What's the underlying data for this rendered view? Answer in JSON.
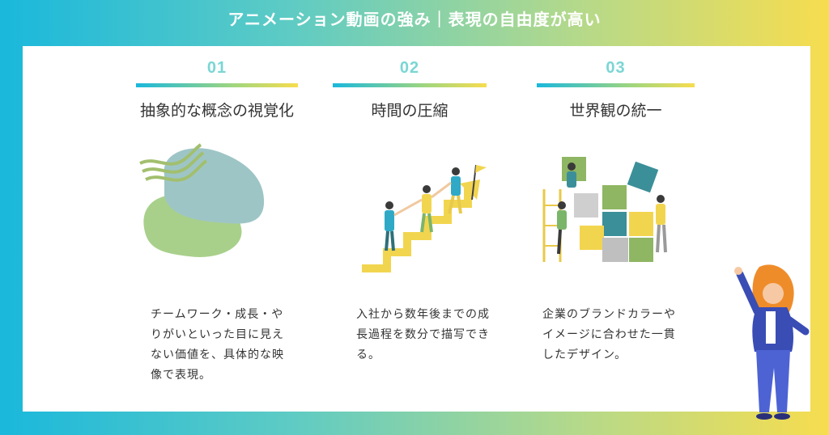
{
  "header": {
    "title": "アニメーション動画の強み｜表現の自由度が高い"
  },
  "columns": [
    {
      "number": "01",
      "title": "抽象的な概念の視覚化",
      "desc": [
        "チームワーク・成長・や",
        "りがいといった目に見え",
        "ない価値を、具体的な映",
        "像で表現。"
      ]
    },
    {
      "number": "02",
      "title": "時間の圧縮",
      "desc": [
        "入社から数年後までの成",
        "長過程を数分で描写でき",
        "る。"
      ]
    },
    {
      "number": "03",
      "title": "世界観の統一",
      "desc": [
        "企業のブランドカラーや",
        "イメージに合わせた一貫",
        "したデザイン。"
      ]
    }
  ],
  "colors": {
    "accent_cyan": "#1ab8dc",
    "accent_yellow": "#f7dd4f",
    "green": "#9fcf80",
    "teal": "#5a9fa6",
    "blue": "#3a4db5",
    "orange": "#ef8c2a"
  }
}
